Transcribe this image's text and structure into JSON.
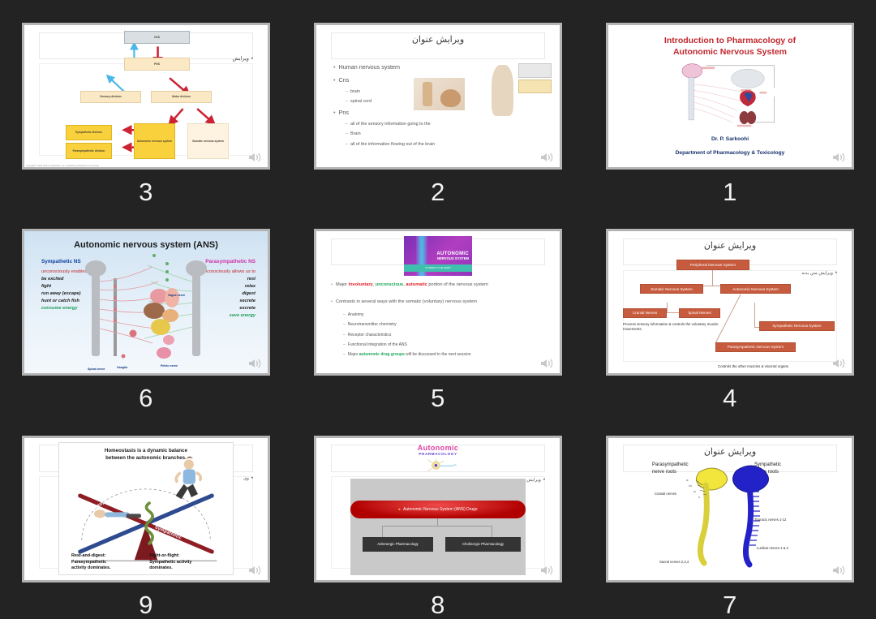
{
  "window": {
    "background_color": "#232323",
    "thumb_border_color": "#b4b4b4",
    "layout": "3x3-slide-thumbnail-grid",
    "audio_icon": "speaker-icon"
  },
  "slides": [
    {
      "number": "3",
      "kind": "flowchart",
      "persian_title_placeholder": "ویرایش",
      "boxes": [
        {
          "label": "CNS",
          "style": "grey"
        },
        {
          "label": "PNS",
          "style": "cream"
        },
        {
          "label": "Sensory division",
          "style": "cream"
        },
        {
          "label": "Motor division",
          "style": "cream"
        },
        {
          "label": "Sympathetic division",
          "style": "gold"
        },
        {
          "label": "Parasympathetic division",
          "style": "gold"
        },
        {
          "label": "Autonomic nervous system",
          "style": "gold"
        },
        {
          "label": "Somatic nervous system",
          "style": "pale"
        }
      ],
      "copyright": "Copyright © 2014 Pearson Education, Inc., publishing as Benjamin Cummings"
    },
    {
      "number": "2",
      "kind": "bullets",
      "title": "ویرایش عنوان",
      "bullets": [
        {
          "level": 1,
          "text": "Human nervous system"
        },
        {
          "level": 1,
          "text": "Cns"
        },
        {
          "level": 2,
          "text": "brain"
        },
        {
          "level": 2,
          "text": "spinal cord"
        },
        {
          "level": 1,
          "text": "Pns"
        },
        {
          "level": 2,
          "text": "all of the sensory information going to the"
        },
        {
          "level": 2,
          "text": "Brain"
        },
        {
          "level": 2,
          "text": "all of the information flowing out of the brain"
        }
      ]
    },
    {
      "number": "1",
      "kind": "title-slide",
      "title_line1": "Introduction to Pharmacology of",
      "title_line2": "Autonomic Nervous System",
      "author": "Dr. P. Sarkoohi",
      "department": "Department of Pharmacology & Toxicology",
      "title_color": "#c0272d",
      "author_color": "#16306b"
    },
    {
      "number": "6",
      "kind": "ans-diagram",
      "title": "Autonomic nervous system (ANS)",
      "left_heading": "Sympathetic NS",
      "right_heading": "Parasympathetic NS",
      "left_intro": "unconsciously enables us to",
      "right_intro": "unconsciously allows us to",
      "left_items": [
        "be excited",
        "fight",
        "run away (escape)",
        "hunt or catch fish",
        "consume energy"
      ],
      "right_items": [
        "rest",
        "relax",
        "digest",
        "secrete",
        "excrete",
        "save energy"
      ],
      "labels": [
        "Spinal nerve",
        "Ganglia",
        "Vagus nerve",
        "Pelvic nerve"
      ],
      "energy_color": "#1f9d55",
      "left_heading_color": "#0b3fa0",
      "right_heading_color": "#cf2fa6"
    },
    {
      "number": "5",
      "kind": "bullets-with-banner",
      "banner_line1": "AUTONOMIC",
      "banner_line2": "NERVOUS SYSTEM",
      "banner_line3": "IS WIRED TO THE HEART",
      "bullets": [
        {
          "level": 1,
          "html": "Major <span class='red'>involuntary</span>, <span class='grn'>unconscious</span>, <span class='red'>automatic</span> portion of the nervous system"
        },
        {
          "level": 1,
          "html": "Contrasts in several ways with the somatic (voluntary) nervous system"
        },
        {
          "level": 2,
          "html": "Anatomy"
        },
        {
          "level": 2,
          "html": "Neurotransmitter chemistry"
        },
        {
          "level": 2,
          "html": "Receptor characteristics"
        },
        {
          "level": 2,
          "html": "Functional integration of the ANS"
        },
        {
          "level": 2,
          "html": "Major <span class='grn'>autonomic drug groups</span> will be discussed in the next session"
        }
      ]
    },
    {
      "number": "4",
      "kind": "org-chart",
      "title": "ویرایش عنوان",
      "body_placeholder": "ویرایش متن بدنه",
      "nodes": [
        "Peripheral Nervous System",
        "Somatic Nervous System",
        "Autonomic Nervous System",
        "Cranial Nerves",
        "Spinal Nerves",
        "Sympathetic Nervous System",
        "Parasympathetic Nervous System"
      ],
      "caption_left": "Process sensory information & controls the voluntary muscle movements",
      "caption_bottom": "Controls the other muscles & visceral organs",
      "node_color": "#c75b3e"
    },
    {
      "number": "9",
      "kind": "seesaw-image",
      "persian_body_placeholder": "وی",
      "heading_line1": "Homeostasis is a dynamic balance",
      "heading_line2": "between the autonomic branches.",
      "bar_left_label": "Parasympathetic",
      "bar_right_label": "Sympathetic",
      "caption_left_line1": "Rest-and-digest:",
      "caption_left_line2": "Parasympathetic",
      "caption_left_line3": "activity dominates.",
      "caption_right_line1": "Fight-or-flight:",
      "caption_right_line2": "Sympathetic activity",
      "caption_right_line3": "dominates."
    },
    {
      "number": "8",
      "kind": "drug-org-chart",
      "logo_line1": "Autonomic",
      "logo_line2": "PHARMACOLOGY",
      "body_placeholder": "ویرایش متن بدنه",
      "root": "Autonomic Nervous System (ANS) Drugs",
      "children": [
        "Adrenergic Pharmacology",
        "Cholinergic Pharmacology"
      ]
    },
    {
      "number": "7",
      "kind": "nerve-roots-image",
      "title": "ویرایش عنوان",
      "left_heading_line1": "Parasympathetic",
      "left_heading_line2": "nerve roots",
      "right_heading_line1": "Sympathetic",
      "right_heading_line2": "nerve roots",
      "labels": [
        "Cranial nerves",
        "III",
        "VII",
        "IX",
        "X",
        "Thoracic nerves 1-12",
        "Lumbar nerves 1 & 2",
        "Sacral nerves 2,3,4"
      ],
      "parasympathetic_color": "#f2e63c",
      "sympathetic_color": "#2222c8"
    }
  ]
}
